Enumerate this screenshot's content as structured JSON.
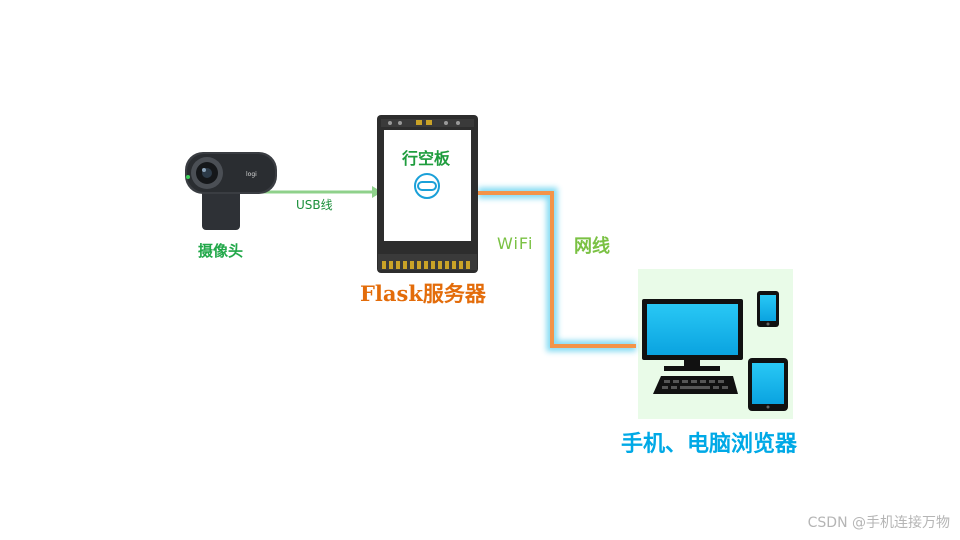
{
  "diagram": {
    "webcam": {
      "label": "摄像头",
      "logo_text": "logi"
    },
    "usb_link": {
      "label": "USB线"
    },
    "server": {
      "label": "Flask服务器",
      "screen_title": "行空板"
    },
    "wifi_link": {
      "label": "WiFi"
    },
    "cable_link": {
      "label": "网线"
    },
    "clients": {
      "label": "手机、电脑浏览器"
    }
  },
  "watermark": "CSDN @手机连接万物",
  "colors": {
    "green_label": "#22a84a",
    "orange_label": "#e36c0a",
    "blue_label": "#00a9e6",
    "link_glow": "#7fd9f2",
    "orange_line": "#f39449",
    "green_line": "#8fd18b",
    "client_bg": "#e9fbe8"
  }
}
